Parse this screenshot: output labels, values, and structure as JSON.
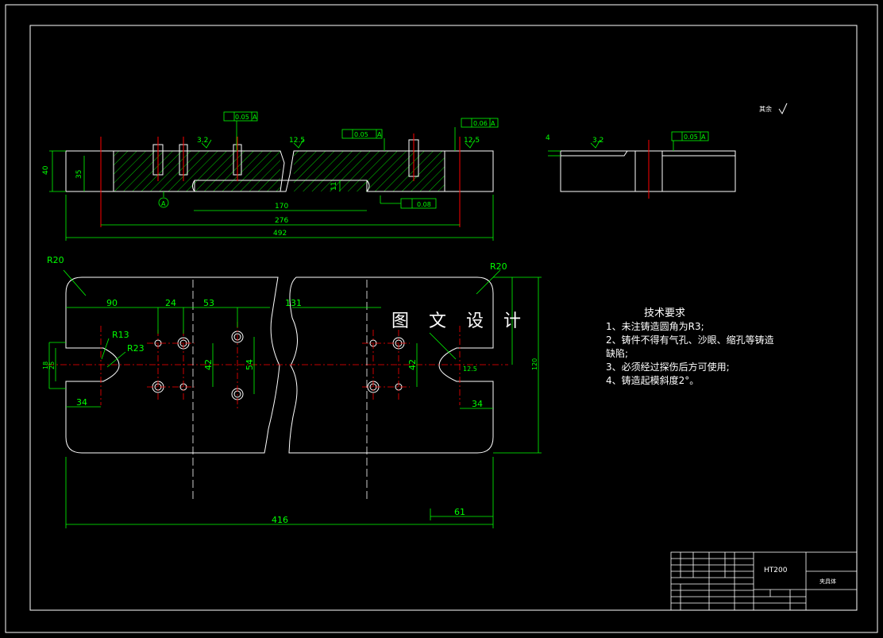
{
  "title_block": {
    "material": "HT200",
    "part_name": "夹具体"
  },
  "surface_note": "其余",
  "watermark": "图 文 设 计",
  "tech_requirements": {
    "title": "技术要求",
    "items": [
      "1、未注铸造圆角为R3;",
      "2、铸件不得有气孔、沙眼、缩孔等铸造",
      "缺陷;",
      "3、必须经过探伤后方可使用;",
      "4、铸造起模斜度2°。"
    ]
  },
  "dimensions": {
    "section_height": "40",
    "section_height_inner": "35",
    "len_170": "170",
    "len_276": "276",
    "len_total_top": "492",
    "depth_11": "11",
    "r20_left": "R20",
    "r20_right": "R20",
    "r13": "R13",
    "r23": "R23",
    "d90": "90",
    "d24": "24",
    "d53": "53",
    "d131": "131",
    "d42_left": "42",
    "d54": "54",
    "d42_right": "42",
    "d34_left": "34",
    "d34_right": "34",
    "d18": "18",
    "d25": "25",
    "d120": "120",
    "d416": "416",
    "d61": "61",
    "side_4": "4"
  },
  "roughness": {
    "r1": "3.2",
    "r2": "12.5",
    "r3": "12.5",
    "r4": "3.2",
    "r5": "12.5"
  },
  "tolerances": {
    "t1": "0.05",
    "t1_ref": "A",
    "t2": "0.05",
    "t2_ref": "A",
    "t3": "0.06",
    "t3_ref": "A",
    "t4": "0.05",
    "t4_ref": "A",
    "flatness": "0.08"
  },
  "datum": "A",
  "colors": {
    "outline": "#ffffff",
    "dimension": "#00ff00",
    "centerline": "#ff0000",
    "background": "#000000"
  }
}
